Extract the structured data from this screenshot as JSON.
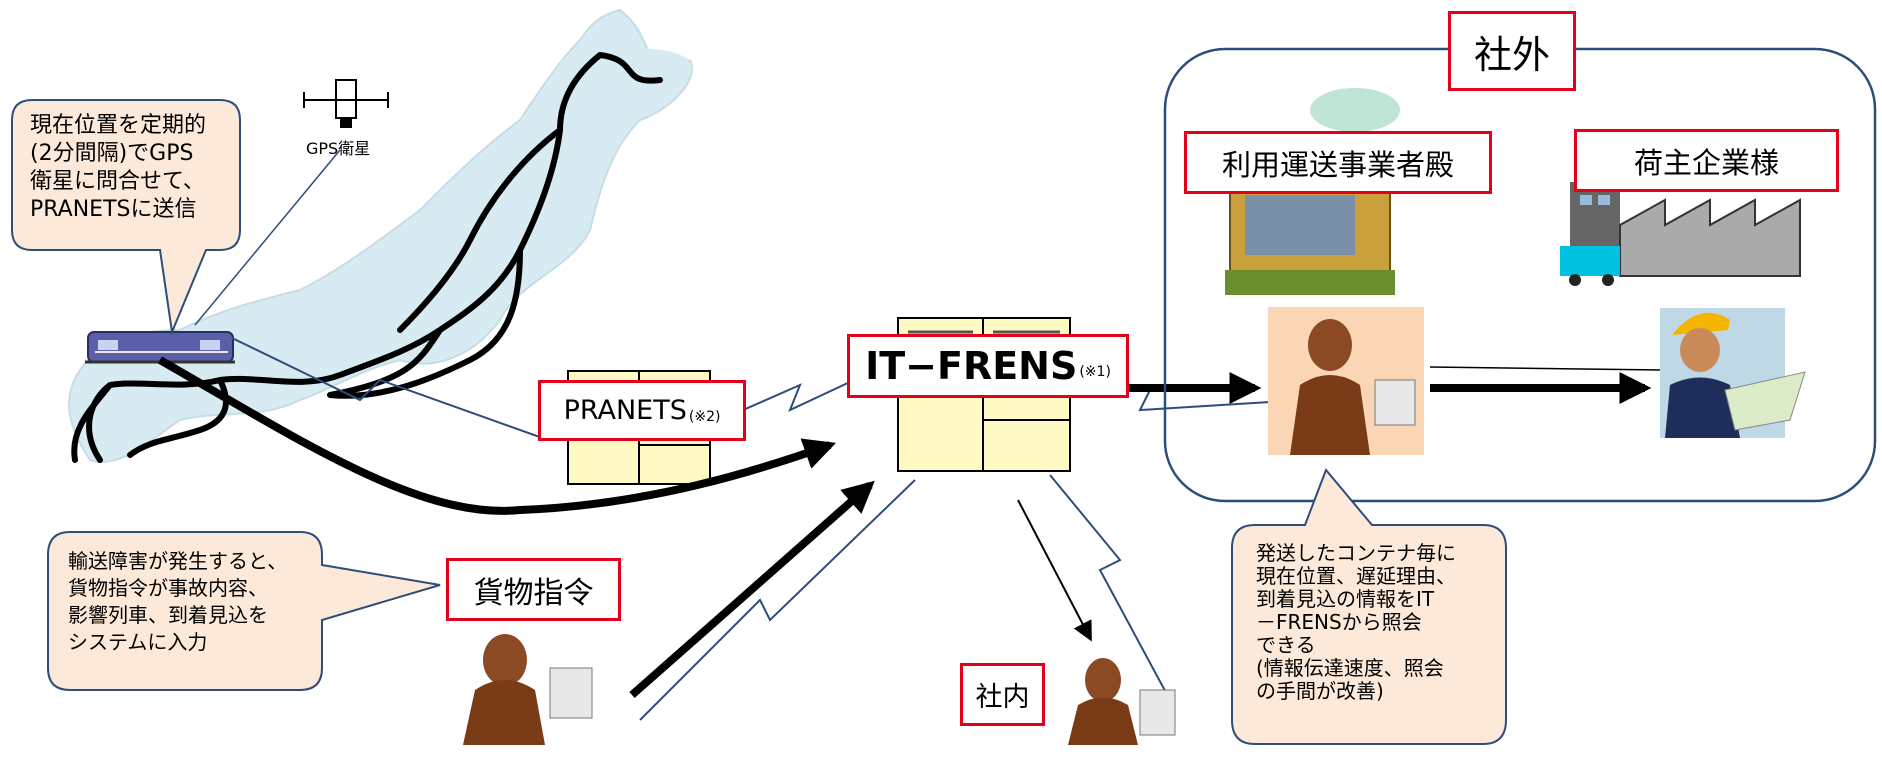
{
  "satellite": {
    "label": "GPS衛星"
  },
  "callouts": {
    "gps": "現在位置を定期的\n(2分間隔)でGPS\n衛星に問合せて、\nPRANETSに送信",
    "incident": "輸送障害が発生すると、\n貨物指令が事故内容、\n影響列車、到着見込を\nシステムに入力",
    "inquiry": "発送したコンテナ毎に\n現在位置、遅延理由、\n到着見込の情報をIT\n－FRENSから照会\nできる\n(情報伝達速度、照会\nの手間が改善)"
  },
  "systems": {
    "pranets": {
      "name": "PRANETS",
      "note": "(※2)"
    },
    "itfrens": {
      "name": "IT−FRENS",
      "note": "(※1)"
    }
  },
  "actors": {
    "dispatch": "貨物指令",
    "internal": "社内",
    "external": "社外",
    "carrier": "利用運送事業者殿",
    "shipper": "荷主企業様"
  },
  "colors": {
    "accent_red": "#e3001b",
    "callout_fill": "#fde9d9",
    "callout_stroke": "#2e4d7b",
    "map_fill": "#d9ebf2",
    "server_fill": "#fff9c4"
  }
}
